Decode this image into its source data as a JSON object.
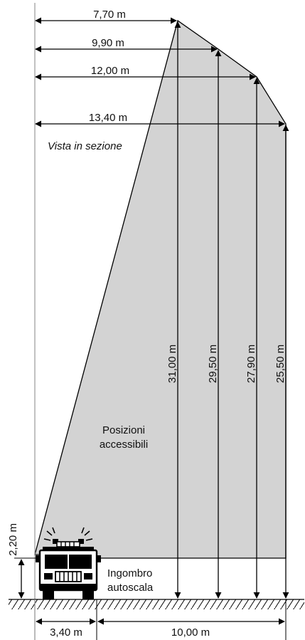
{
  "view_caption": "Vista in sezione",
  "area_label": {
    "line1": "Posizioni",
    "line2": "accessibili"
  },
  "truck_label": {
    "line1": "Ingombro",
    "line2": "autoscala"
  },
  "horizontal_reaches": [
    {
      "label": "7,70 m"
    },
    {
      "label": "9,90 m"
    },
    {
      "label": "12,00 m"
    },
    {
      "label": "13,40 m"
    }
  ],
  "vertical_heights": [
    {
      "label": "31,00 m"
    },
    {
      "label": "29,50 m"
    },
    {
      "label": "27,90 m"
    },
    {
      "label": "25,50 m"
    }
  ],
  "truck_height_label": "2,20 m",
  "base_dimensions": {
    "truck_width_label": "3,40 m",
    "offset_label": "10,00 m"
  },
  "colors": {
    "area_fill": "#d3d3d3",
    "line": "#000000",
    "guide_line": "#9a9a9a"
  }
}
